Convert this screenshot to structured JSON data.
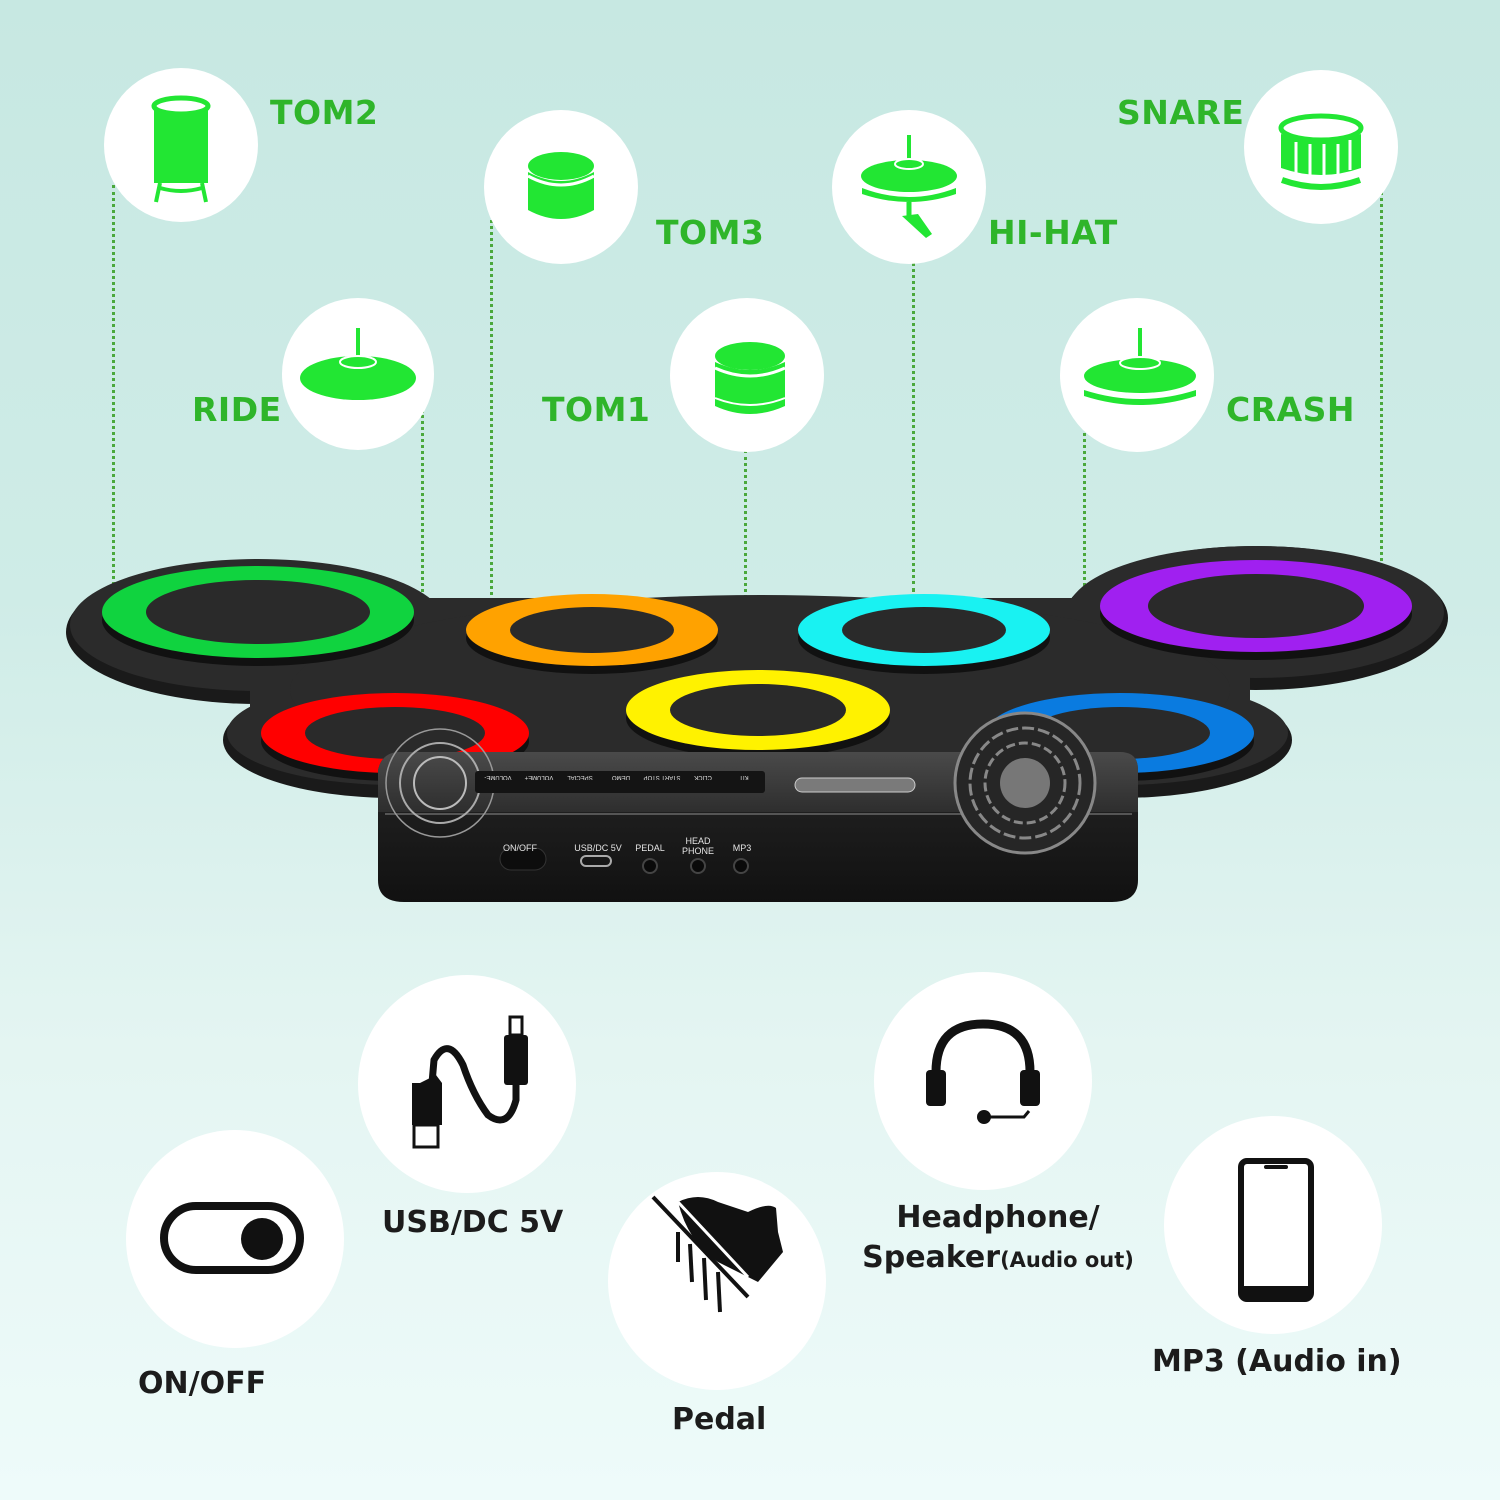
{
  "pads": [
    {
      "id": "tom2",
      "label": "TOM2",
      "icon": "tall-tom-drum-icon",
      "ring_color": "#10d33f"
    },
    {
      "id": "tom3",
      "label": "TOM3",
      "icon": "tom-drum-icon",
      "ring_color": "#ffa200"
    },
    {
      "id": "hihat",
      "label": "HI-HAT",
      "icon": "hi-hat-icon",
      "ring_color": "#19f2f2"
    },
    {
      "id": "snare",
      "label": "SNARE",
      "icon": "snare-drum-icon",
      "ring_color": "#a020f0"
    },
    {
      "id": "ride",
      "label": "RIDE",
      "icon": "ride-cymbal-icon",
      "ring_color": "#ff0000"
    },
    {
      "id": "tom1",
      "label": "TOM1",
      "icon": "tom-drum-icon",
      "ring_color": "#fff200"
    },
    {
      "id": "crash",
      "label": "CRASH",
      "icon": "crash-cymbal-icon",
      "ring_color": "#0a7be0"
    }
  ],
  "device": {
    "top_buttons": [
      "VOLUME-",
      "VOLUME+",
      "SPECIAL",
      "DEMO",
      "START STOP",
      "CLICK",
      "KIT"
    ],
    "ports": [
      "ON/OFF",
      "USB/DC 5V",
      "PEDAL",
      "HEAD PHONE",
      "MP3"
    ]
  },
  "features": {
    "onoff": {
      "label": "ON/OFF",
      "icon": "toggle-switch-icon"
    },
    "usb": {
      "label": "USB/DC 5V",
      "icon": "usb-cable-icon"
    },
    "pedal": {
      "label": "Pedal",
      "icon": "foot-pedal-icon"
    },
    "headphone": {
      "label_line1": "Headphone/",
      "label_line2": "Speaker",
      "label_note": "(Audio out)",
      "icon": "headset-icon"
    },
    "mp3": {
      "label": "MP3 (Audio in)",
      "icon": "smartphone-icon"
    }
  },
  "colors": {
    "label_green": "#2fb52a",
    "icon_green": "#22e633",
    "pad_body": "#2a2a2a",
    "text_dark": "#1c1c1c"
  }
}
